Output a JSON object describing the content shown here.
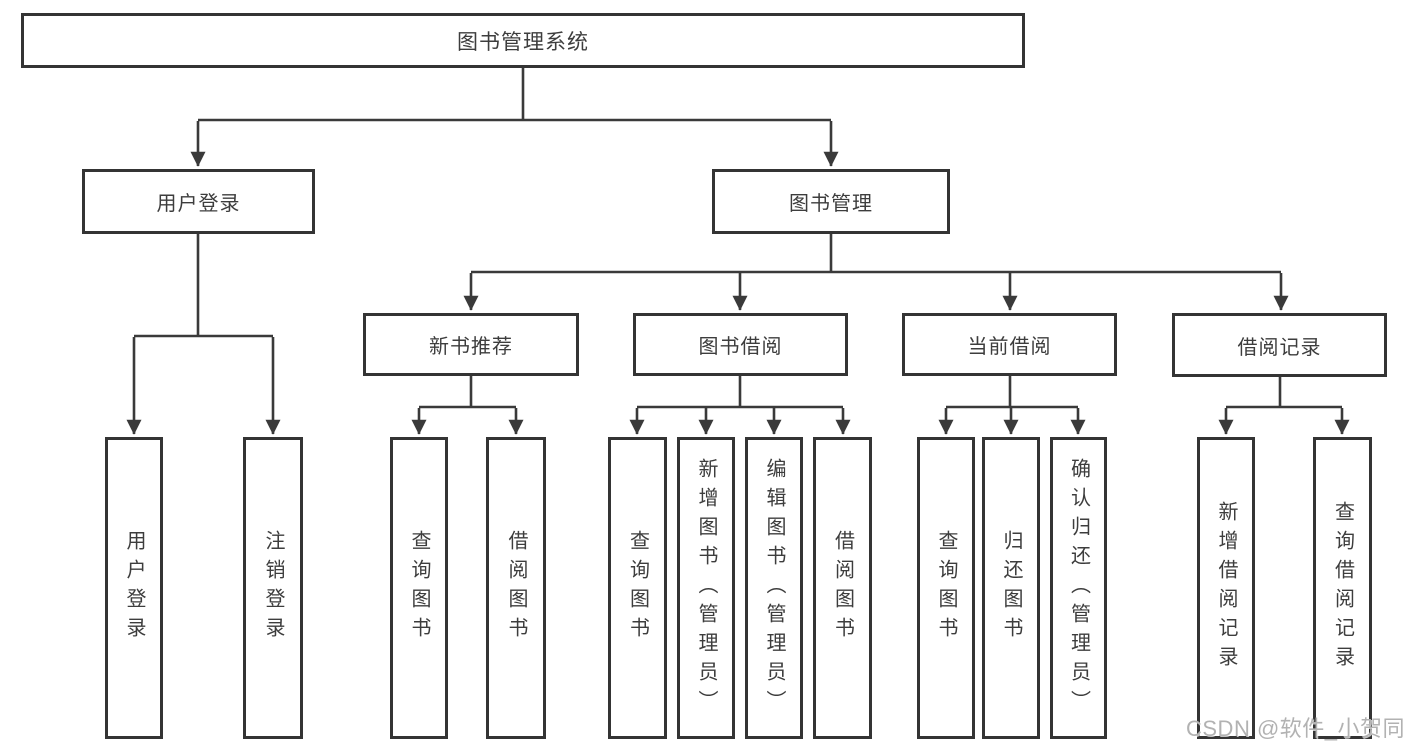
{
  "diagram": {
    "title": "图书管理系统",
    "root": {
      "label": "图书管理系统"
    },
    "branches": [
      {
        "label": "用户登录",
        "children": [
          {
            "label": "用户登录"
          },
          {
            "label": "注销登录"
          }
        ]
      },
      {
        "label": "图书管理",
        "children": [
          {
            "label": "新书推荐",
            "children": [
              {
                "label": "查询图书"
              },
              {
                "label": "借阅图书"
              }
            ]
          },
          {
            "label": "图书借阅",
            "children": [
              {
                "label": "查询图书"
              },
              {
                "label": "新增图书（管理员）"
              },
              {
                "label": "编辑图书（管理员）"
              },
              {
                "label": "借阅图书"
              }
            ]
          },
          {
            "label": "当前借阅",
            "children": [
              {
                "label": "查询图书"
              },
              {
                "label": "归还图书"
              },
              {
                "label": "确认归还（管理员）"
              }
            ]
          },
          {
            "label": "借阅记录",
            "children": [
              {
                "label": "新增借阅记录"
              },
              {
                "label": "查询借阅记录"
              }
            ]
          }
        ]
      }
    ]
  },
  "watermark": {
    "text": "CSDN @软件_小贺同学"
  },
  "colors": {
    "line": "#3a3a3a",
    "border": "#343434",
    "text": "#3d3d3d",
    "watermark": "#b2b2b2",
    "background": "#ffffff"
  }
}
